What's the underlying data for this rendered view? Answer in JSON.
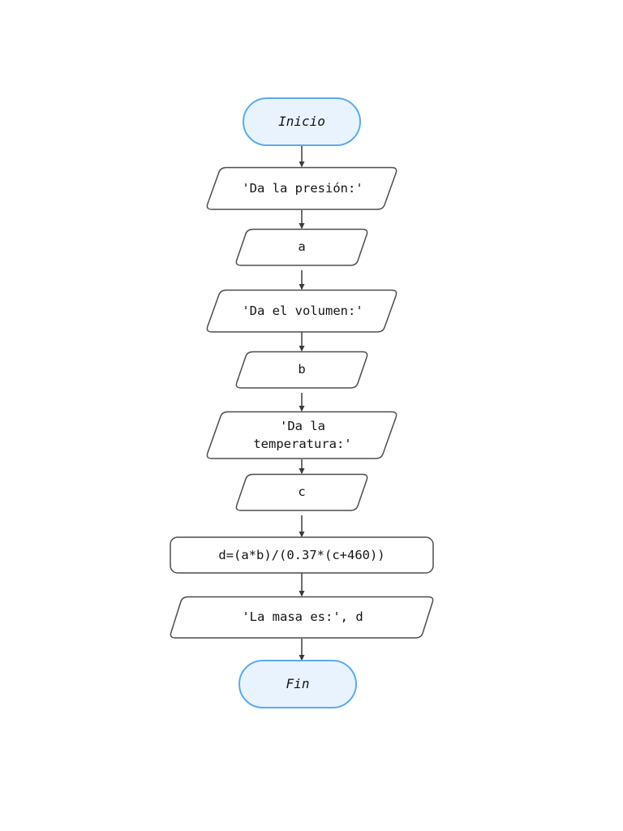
{
  "diagram": {
    "title": "Flujo: calculo de masa de gas",
    "background_color": "#ffffff",
    "terminal_fill": "#e9f3fd",
    "terminal_stroke": "#5aabf0",
    "node_fill": "#ffffff",
    "node_stroke": "#4d4d4d",
    "connector_color": "#404040",
    "text_color": "#141414"
  },
  "nodes": [
    {
      "id": "inicio",
      "shape": "terminal",
      "text": "Inicio",
      "name": "node-inicio"
    },
    {
      "id": "out-presion",
      "shape": "output-parallelogram",
      "text": "'Da la presión:'",
      "name": "node-output-presion"
    },
    {
      "id": "in-a",
      "shape": "input-parallelogram",
      "text": "a",
      "name": "node-input-a"
    },
    {
      "id": "out-volumen",
      "shape": "output-parallelogram",
      "text": "'Da el volumen:'",
      "name": "node-output-volumen"
    },
    {
      "id": "in-b",
      "shape": "input-parallelogram",
      "text": "b",
      "name": "node-input-b"
    },
    {
      "id": "out-temperatura",
      "shape": "output-parallelogram",
      "text": "'Da la\ntemperatura:'",
      "line1": "'Da la",
      "line2": "temperatura:'",
      "name": "node-output-temperatura"
    },
    {
      "id": "in-c",
      "shape": "input-parallelogram",
      "text": "c",
      "name": "node-input-c"
    },
    {
      "id": "proc-d",
      "shape": "process-rounded-rect",
      "text": "d=(a*b)/(0.37*(c+460))",
      "name": "node-process-d"
    },
    {
      "id": "out-masa",
      "shape": "output-parallelogram",
      "text": "'La masa es:', d",
      "name": "node-output-masa"
    },
    {
      "id": "fin",
      "shape": "terminal",
      "text": "Fin",
      "name": "node-fin"
    }
  ],
  "edges": [
    {
      "from": "inicio",
      "to": "out-presion",
      "name": "edge-inicio-presion"
    },
    {
      "from": "out-presion",
      "to": "in-a",
      "name": "edge-presion-a"
    },
    {
      "from": "in-a",
      "to": "out-volumen",
      "name": "edge-a-volumen"
    },
    {
      "from": "out-volumen",
      "to": "in-b",
      "name": "edge-volumen-b"
    },
    {
      "from": "in-b",
      "to": "out-temperatura",
      "name": "edge-b-temperatura"
    },
    {
      "from": "out-temperatura",
      "to": "in-c",
      "name": "edge-temperatura-c"
    },
    {
      "from": "in-c",
      "to": "proc-d",
      "name": "edge-c-proceso"
    },
    {
      "from": "proc-d",
      "to": "out-masa",
      "name": "edge-proceso-masa"
    },
    {
      "from": "out-masa",
      "to": "fin",
      "name": "edge-masa-fin"
    }
  ]
}
